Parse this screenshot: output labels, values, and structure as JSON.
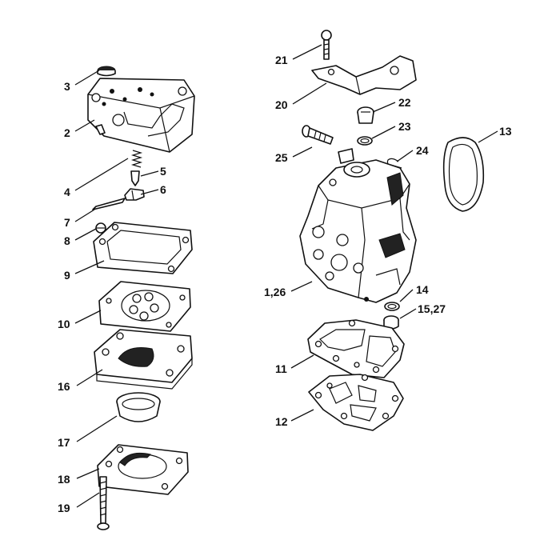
{
  "callouts": [
    {
      "id": "c1_26",
      "text": "1,26"
    },
    {
      "id": "c2",
      "text": "2"
    },
    {
      "id": "c3",
      "text": "3"
    },
    {
      "id": "c4",
      "text": "4"
    },
    {
      "id": "c5",
      "text": "5"
    },
    {
      "id": "c6",
      "text": "6"
    },
    {
      "id": "c7",
      "text": "7"
    },
    {
      "id": "c8",
      "text": "8"
    },
    {
      "id": "c9",
      "text": "9"
    },
    {
      "id": "c10",
      "text": "10"
    },
    {
      "id": "c11",
      "text": "11"
    },
    {
      "id": "c12",
      "text": "12"
    },
    {
      "id": "c13",
      "text": "13"
    },
    {
      "id": "c14",
      "text": "14"
    },
    {
      "id": "c15_27",
      "text": "15,27"
    },
    {
      "id": "c16",
      "text": "16"
    },
    {
      "id": "c17",
      "text": "17"
    },
    {
      "id": "c18",
      "text": "18"
    },
    {
      "id": "c19",
      "text": "19"
    },
    {
      "id": "c20",
      "text": "20"
    },
    {
      "id": "c21",
      "text": "21"
    },
    {
      "id": "c22",
      "text": "22"
    },
    {
      "id": "c23",
      "text": "23"
    },
    {
      "id": "c24",
      "text": "24"
    },
    {
      "id": "c25",
      "text": "25"
    }
  ]
}
